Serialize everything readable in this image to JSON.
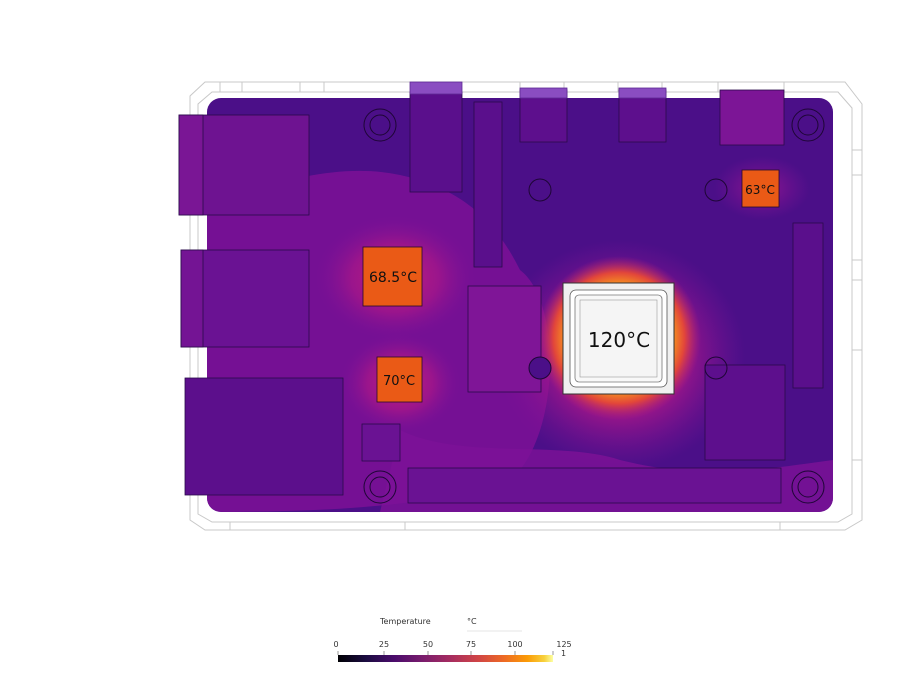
{
  "hotspots": [
    {
      "id": "soc",
      "label": "120°C",
      "temperature": 120
    },
    {
      "id": "ic-left-upper",
      "label": "68.5°C",
      "temperature": 68.5
    },
    {
      "id": "ic-left-lower",
      "label": "70°C",
      "temperature": 70
    },
    {
      "id": "ic-top-right",
      "label": "63°C",
      "temperature": 63
    }
  ],
  "legend": {
    "title": "Temperature",
    "unit": "°C",
    "ticks": [
      "0",
      "25",
      "50",
      "75",
      "100",
      "125"
    ],
    "end_mark": "1",
    "range": [
      0,
      125
    ],
    "colormap": "inferno"
  },
  "colors": {
    "board_base": "#4b0f88",
    "board_warm": "#7d1197",
    "board_mid": "#a3168a",
    "component_fill": "#ea5a16",
    "soc_core": "#f5f5f5",
    "case_outline": "#cfcfcf"
  }
}
